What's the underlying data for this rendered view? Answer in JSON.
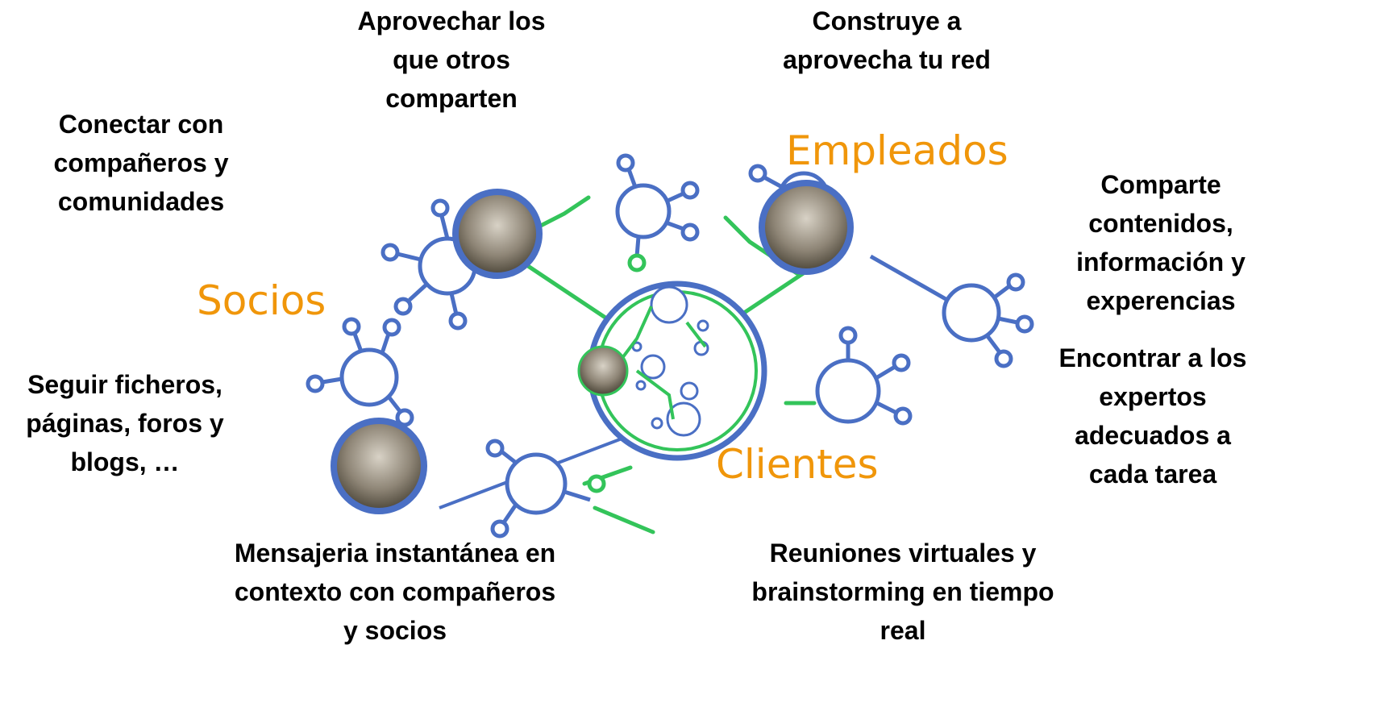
{
  "colors": {
    "group_label": "#f0960a",
    "node_blue": "#4a6fc4",
    "link_green": "#33c45a",
    "photo_bg": "#8a8a8a"
  },
  "groups": {
    "socios": "Socios",
    "empleados": "Empleados",
    "clientes": "Clientes"
  },
  "captions": {
    "aprovechar": "Aprovechar los\nque otros\ncomparten",
    "construye": "Construye a\naprovecha tu red",
    "conectar": "Conectar con\ncompañeros y\ncomunidades",
    "comparte": "Comparte\ncontenidos,\ninformación y\nexperencias",
    "seguir": "Seguir ficheros,\npáginas, foros y\nblogs, …",
    "encontrar": "Encontrar a los\nexpertos\nadecuados a\ncada tarea",
    "mensajeria": "Mensajeria instantánea en\ncontexto con compañeros\ny socios",
    "reuniones": "Reuniones virtuales y\nbrainstorming en tiempo\nreal"
  }
}
